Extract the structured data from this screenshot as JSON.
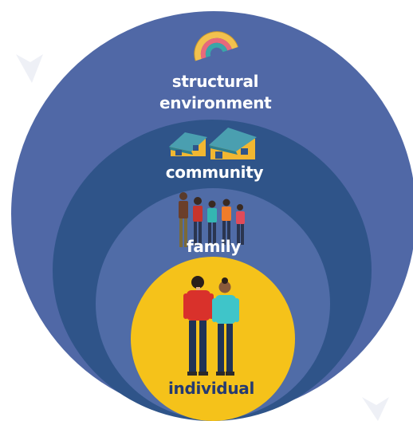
{
  "diagram": {
    "levels": [
      {
        "id": "structural",
        "label_line1": "structural",
        "label_line2": "environment",
        "color": "#5068a6",
        "icon": "rainbow-icon"
      },
      {
        "id": "community",
        "label": "community",
        "color": "#2f5489",
        "icon": "houses-icon"
      },
      {
        "id": "family",
        "label": "family",
        "color": "#506ca7",
        "icon": "family-people-icon"
      },
      {
        "id": "individual",
        "label": "individual",
        "color": "#f5c21a",
        "label_color": "#243a72",
        "icon": "two-people-icon"
      }
    ]
  }
}
